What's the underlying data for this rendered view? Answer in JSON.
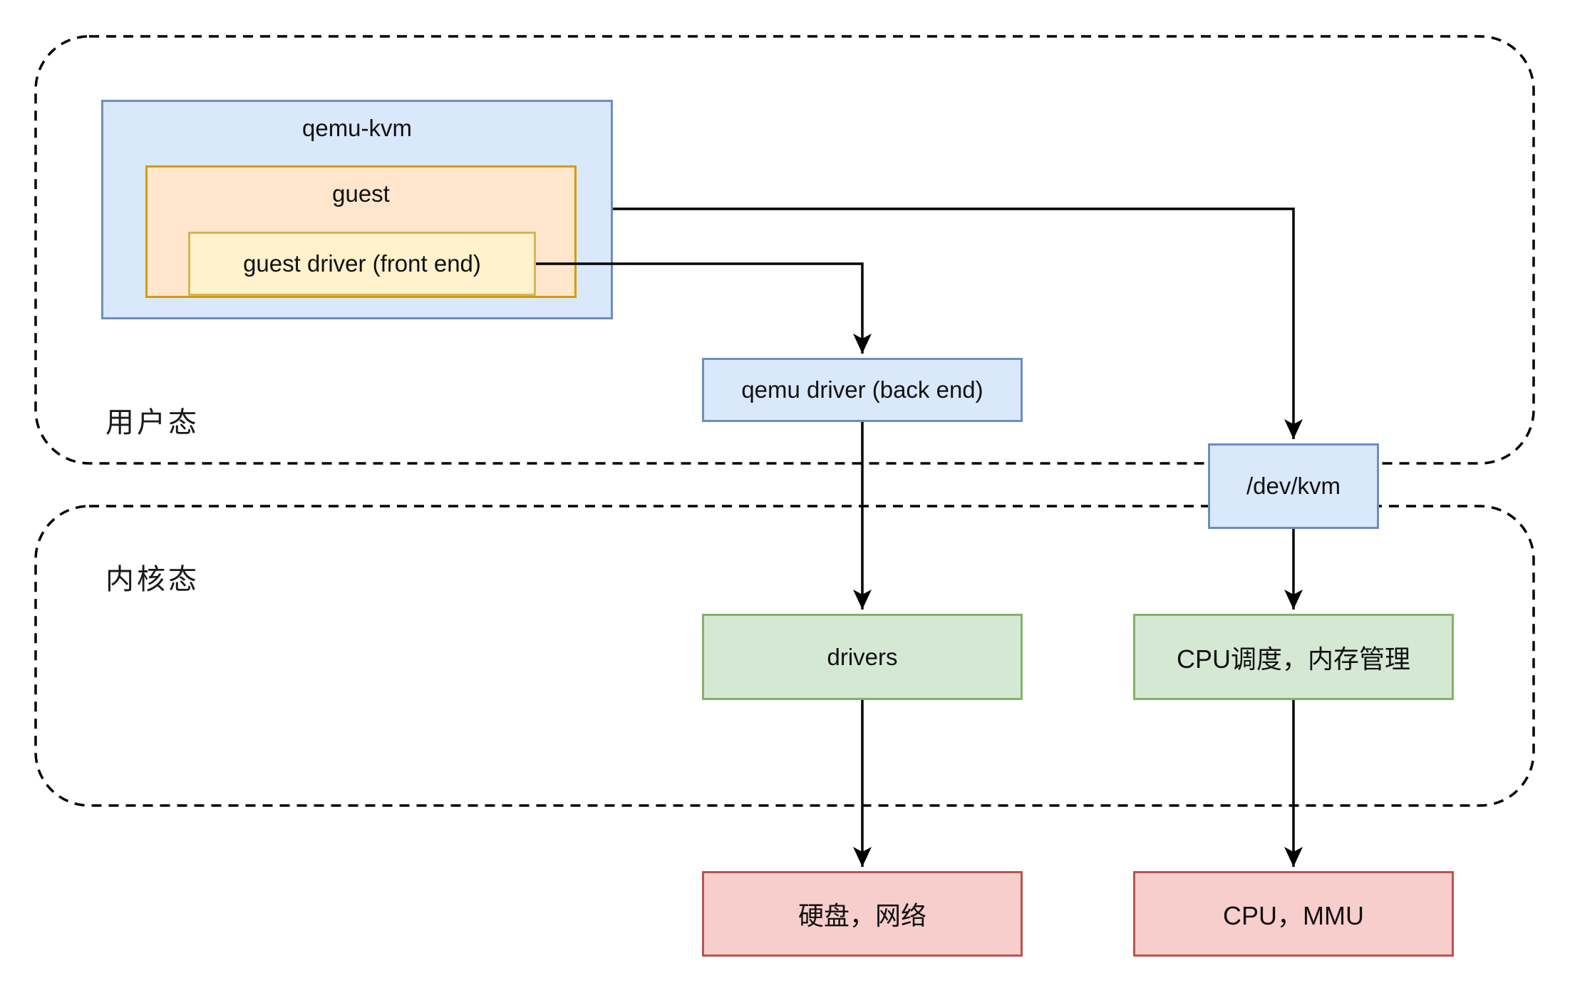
{
  "regions": {
    "user_mode": {
      "label": "用户态"
    },
    "kernel_mode": {
      "label": "内核态"
    }
  },
  "nodes": {
    "qemu_kvm": {
      "label": "qemu-kvm"
    },
    "guest": {
      "label": "guest"
    },
    "guest_driver": {
      "label": "guest driver (front end)"
    },
    "qemu_driver_backend": {
      "label": "qemu driver (back end)"
    },
    "dev_kvm": {
      "label": "/dev/kvm"
    },
    "drivers": {
      "label": "drivers"
    },
    "cpu_scheduling_memory": {
      "label": "CPU调度，内存管理"
    },
    "disk_network": {
      "label": "硬盘，网络"
    },
    "cpu_mmu": {
      "label": "CPU，MMU"
    }
  },
  "palette": {
    "blue_fill": "#dae8fc",
    "blue_stroke": "#6c8ebf",
    "orange_fill": "#ffe6cc",
    "orange_stroke": "#d79b00",
    "yellow_fill": "#fff2cc",
    "yellow_stroke": "#d6b656",
    "green_fill": "#d5e8d4",
    "green_stroke": "#82b366",
    "red_fill": "#f8cecc",
    "red_stroke": "#b85450",
    "line_color": "#000000",
    "background": "#ffffff"
  }
}
